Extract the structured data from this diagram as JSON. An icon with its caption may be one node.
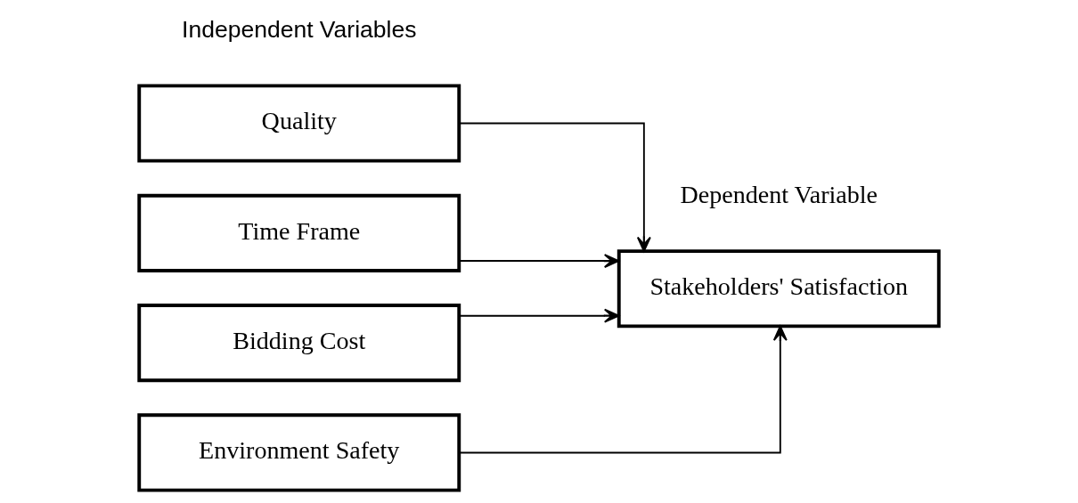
{
  "diagram": {
    "nodes": [
      {
        "text": [
          "Quality"
        ]
      },
      {
        "text": [
          "Time Frame"
        ]
      },
      {
        "text": [
          "Bidding Cost"
        ]
      },
      {
        "text": [
          "Environment Safety"
        ]
      },
      {
        "text": [
          "Stakeholders' Satisfaction"
        ],
        "beside": [
          "Dependent Variable"
        ]
      }
    ],
    "edges": [
      {
        "from": 0,
        "to": 4,
        "arrow": "to"
      },
      {
        "from": 1,
        "to": 4,
        "arrow": "to"
      },
      {
        "from": 2,
        "to": 4,
        "arrow": "to"
      },
      {
        "from": 3,
        "to": 4,
        "arrow": "to"
      }
    ],
    "labels": [
      "Independent Variables"
    ]
  }
}
